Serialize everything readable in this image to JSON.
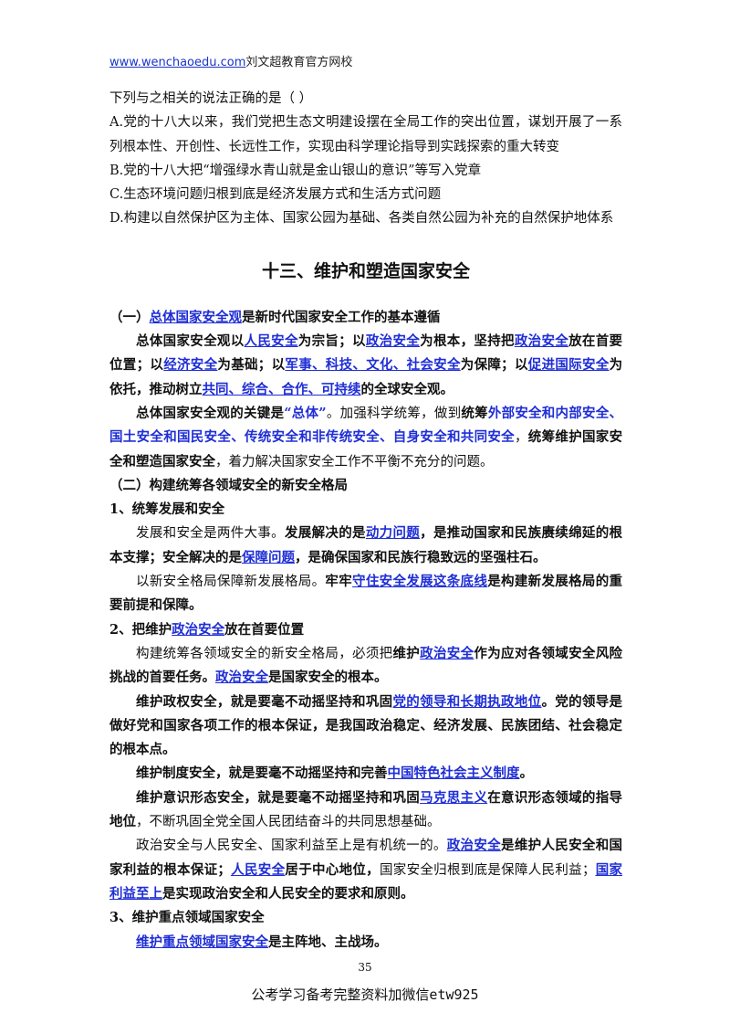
{
  "header": {
    "url": "www.wenchaoedu.com",
    "site_name": "刘文超教育官方网校"
  },
  "question": {
    "stem": "下列与之相关的说法正确的是（    ）",
    "options": [
      "A.党的十八大以来，我们党把生态文明建设摆在全局工作的突出位置，谋划开展了一系列根本性、开创性、长远性工作，实现由科学理论指导到实践探索的重大转变",
      "B.党的十八大把“增强绿水青山就是金山银山的意识”等写入党章",
      "C.生态环境问题归根到底是经济发展方式和生活方式问题",
      "D.构建以自然保护区为主体、国家公园为基础、各类自然公园为补充的自然保护地体系"
    ]
  },
  "section_title": "十三、维护和塑造国家安全",
  "part1": {
    "heading_prefix": "（一）",
    "heading_key": "总体国家安全观",
    "heading_rest": "是新时代国家安全工作的基本遵循",
    "p1": [
      "总体国家安全观以",
      "人民安全",
      "为宗旨；以",
      "政治安全",
      "为根本，坚持把",
      "政治安全",
      "放在首要位置；以",
      "经济安全",
      "为基础；以",
      "军事、科技、文化、社会安全",
      "为保障；以",
      "促进国际安全",
      "为依托，推动树立",
      "共同、综合、合作、可持续",
      "的全球安全观。"
    ],
    "p2": [
      "总体国家安全观的关键是",
      "“总体”",
      "。加强科学统筹，做到",
      "统筹",
      "外部安全和内部安全",
      "、",
      "国土安全和国民安全",
      "、",
      "传统安全和非传统安全",
      "、",
      "自身安全和共同安全",
      "，",
      "统筹维护国家安全和塑造国家安全",
      "，着力解决国家安全工作不平衡不充分的问题。"
    ]
  },
  "part2": {
    "heading": "（二）构建统筹各领域安全的新安全格局",
    "sub1": {
      "title": "1、统筹发展和安全",
      "p1": [
        "发展和安全是两件大事。",
        "发展解决的是",
        "动力问题",
        "，是推动国家和民族赓续绵延的根本支撑；安全解决的是",
        "保障问题",
        "，是确保国家和民族行稳致远的坚强柱石。"
      ],
      "p2": [
        "以新安全格局保障新发展格局。",
        "牢牢",
        "守住安全发展这条底线",
        "是构建新发展格局的重要前提和保障。"
      ]
    },
    "sub2": {
      "title_a": "2、把维护",
      "title_key": "政治安全",
      "title_b": "放在首要位置",
      "p1": [
        "构建统筹各领域安全的新安全格局，必须把",
        "维护",
        "政治安全",
        "作为应对各领域安全风险挑战的首要任务。",
        "政治安全",
        "是国家安全的根本。"
      ],
      "p2": [
        "维护政权安全，就是要毫不动摇坚持和巩固",
        "党的领导和长期执政地位",
        "。党的领导是做好党和国家各项工作的根本保证，是我国政治稳定、经济发展、民族团结、社会稳定的根本点。"
      ],
      "p3": [
        "维护制度安全，就是要毫不动摇坚持和完善",
        "中国特色社会主义制度",
        "。"
      ],
      "p4": [
        "维护意识形态安全，就是要毫不动摇坚持和巩固",
        "马克思主义",
        "在意识形态领域的指导地位",
        "，不断巩固全党全国人民团结奋斗的共同思想基础。"
      ],
      "p5": [
        "政治安全与人民安全、国家利益至上是有机统一的。",
        "政治安全",
        "是维护人民安全和国家利益的根本保证；",
        "人民安全",
        "居于中心地位，",
        "国家安全归根到底是保障人民利益；",
        "国家利益至上",
        "是实现政治安全和人民安全的要求和原则。"
      ]
    },
    "sub3": {
      "title": "3、维护重点领域国家安全",
      "p1": [
        "维护重点领域国家安全",
        "是主阵地、主战场。"
      ]
    }
  },
  "page_number": "35",
  "footer": "公考学习备考完整资料加微信etw925"
}
